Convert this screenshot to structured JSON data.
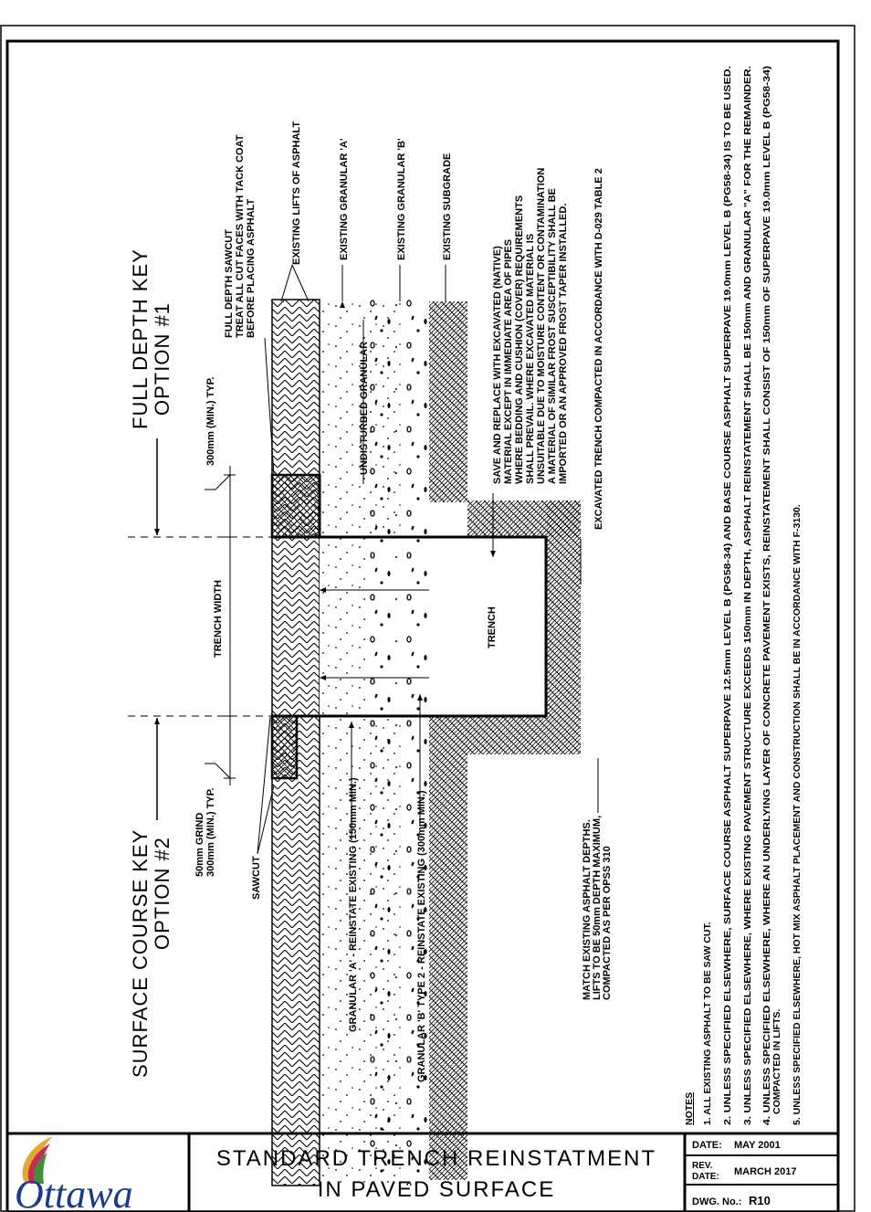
{
  "drawing": {
    "title_line1": "STANDARD TRENCH REINSTATMENT",
    "title_line2": "IN PAVED SURFACE",
    "logo_text": "Ottawa",
    "date_label": "DATE:",
    "date_value": "MAY 2001",
    "rev_label_1": "REV.",
    "rev_label_2": "DATE:",
    "rev_value": "MARCH 2017",
    "dwg_label": "DWG. No.:",
    "dwg_value": "R10"
  },
  "headings": {
    "full_depth_1": "FULL DEPTH KEY",
    "full_depth_2": "OPTION #1",
    "surface_1": "SURFACE COURSE KEY",
    "surface_2": "OPTION #2"
  },
  "labels": {
    "trench": "TRENCH",
    "trench_width": "TRENCH WIDTH",
    "dim_300": "300mm (MIN.) TYP.",
    "grind_1": "50mm GRIND",
    "grind_2": "300mm (MIN.) TYP.",
    "sawcut": "SAWCUT",
    "fd_sawcut_1": "FULL DEPTH SAWCUT",
    "fd_sawcut_2": "TREAT ALL CUT FACES WITH TACK COAT",
    "fd_sawcut_3": "BEFORE PLACING ASPHALT",
    "existing_asphalt": "EXISTING LIFTS OF ASPHALT",
    "existing_gran_a": "EXISTING GRANULAR 'A'",
    "existing_gran_b": "EXISTING GRANULAR 'B'",
    "existing_subgrade": "EXISTING SUBGRADE",
    "undisturbed": "UNDISTURBED GRANULAR",
    "reinstate_a": "GRANULAR 'A' - REINSTATE EXISTING (150mm MIN.)",
    "reinstate_b": "GRANULAR 'B' TYPE 2 - REINSTATE EXISTING (300mm MIN.)",
    "match_1": "MATCH EXISTING ASPHALT DEPTHS.",
    "match_2": "LIFTS TO BE 50mm DEPTH MAXIMUM,",
    "match_3": "COMPACTED AS PER OPSS 310",
    "excavated": "EXCAVATED TRENCH COMPACTED IN ACCORDANCE WITH D-029 TABLE 2",
    "save_1": "SAVE AND REPLACE WITH EXCAVATED (NATIVE)",
    "save_2": "MATERIAL EXCEPT IN IMMEDIATE AREA OF PIPES",
    "save_3": "WHERE BEDDING AND CUSHION (COVER) REQUIREMENTS",
    "save_4": "SHALL PREVAIL. WHERE EXCAVATED MATERIAL IS",
    "save_5": "UNSUITABLE DUE TO MOISTURE CONTENT OR CONTAMINATION",
    "save_6": "A MATERIAL OF SIMILAR FROST SUSCEPTIBILITY SHALL BE",
    "save_7": "IMPORTED OR AN APPROVED FROST TAPER INSTALLED."
  },
  "notes": {
    "heading": "NOTES",
    "n1": "1. ALL EXISTING ASPHALT TO BE SAW CUT.",
    "n2": "2. UNLESS SPECIFIED ELSEWHERE, SURFACE COURSE ASPHALT SUPERPAVE 12.5mm LEVEL B (PG58-34) AND BASE COURSE ASPHALT SUPERPAVE 19.0mm LEVEL B (PG58-34) IS TO BE USED.",
    "n3": "3. UNLESS SPECIFIED ELSEWHERE, WHERE EXISTING PAVEMENT STRUCTURE EXCEEDS 150mm IN DEPTH, ASPHALT REINSTATEMENT SHALL BE 150mm AND GRANULAR \"A\" FOR THE REMAINDER.",
    "n4a": "4. UNLESS SPECIFIED ELSEWHERE, WHERE AN UNDERLYING LAYER OF CONCRETE PAVEMENT EXISTS, REINSTATEMENT SHALL CONSIST OF 150mm OF SUPERPAVE 19.0mm LEVEL B (PG58-34)",
    "n4b": "COMPACTED IN LIFTS.",
    "n5": "5. UNLESS SPECIFIED ELSEWHERE, HOT MIX ASPHALT PLACEMENT AND CONSTRUCTION SHALL BE IN ACCORDANCE WITH F-3130."
  }
}
